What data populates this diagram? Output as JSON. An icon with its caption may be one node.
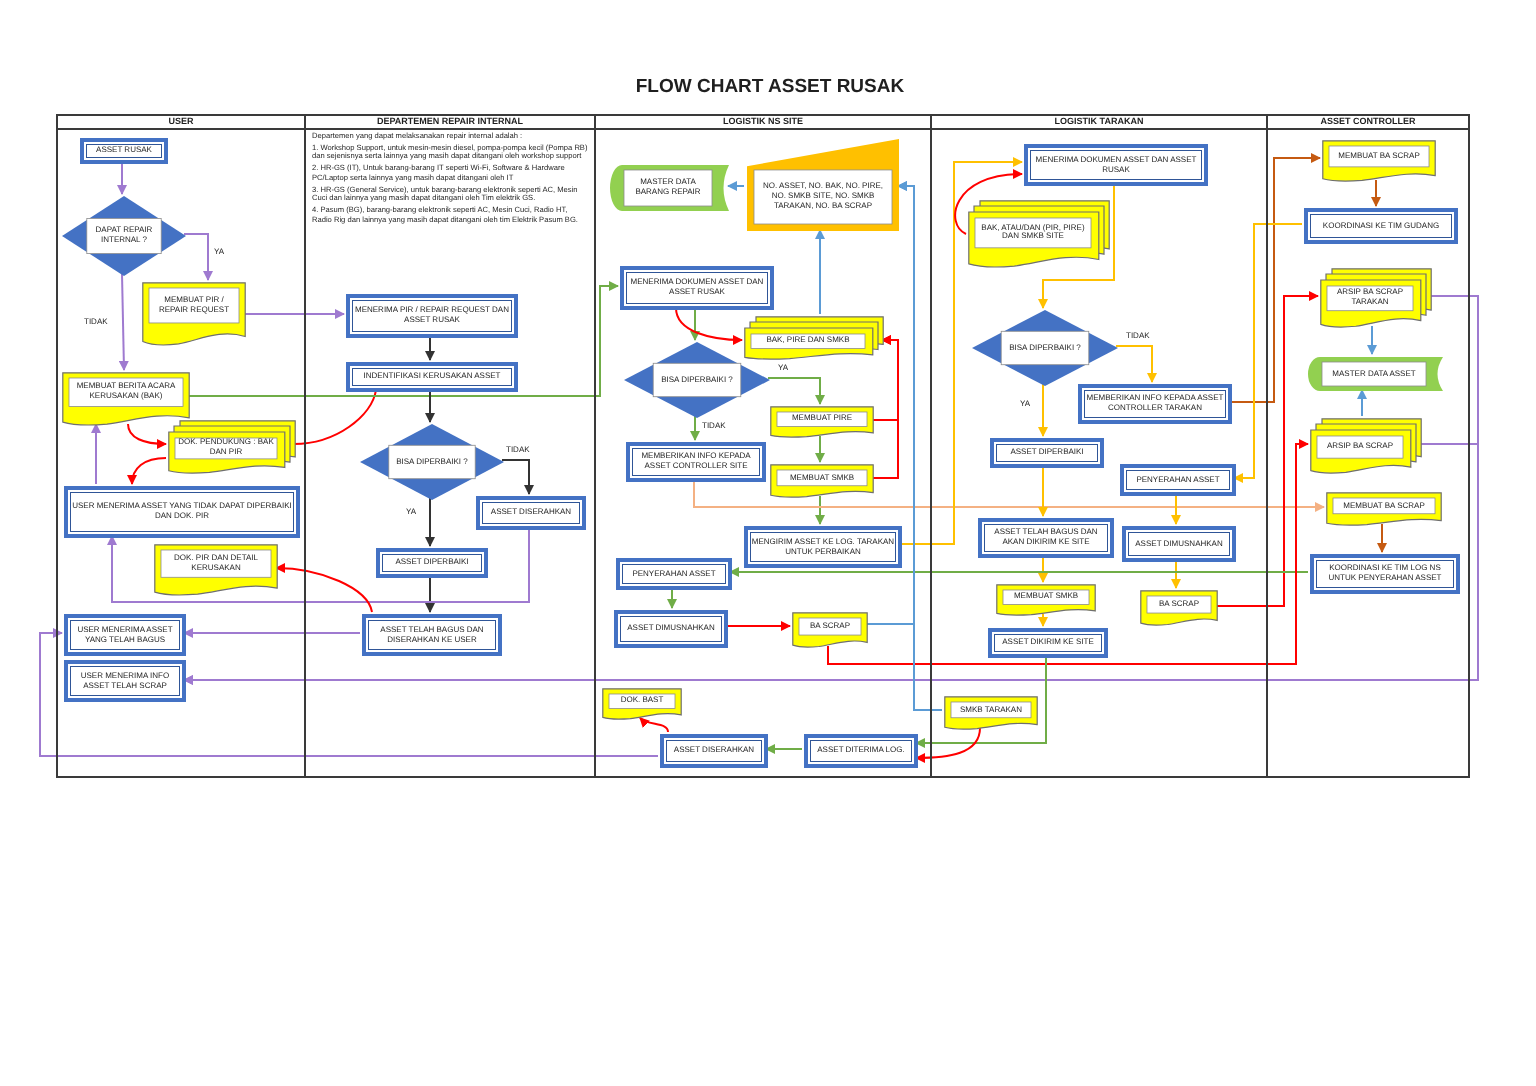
{
  "diagram": {
    "title": "FLOW CHART ASSET RUSAK",
    "nodes": [
      {
        "text": [
          "USER"
        ]
      },
      {
        "text": [
          "ASSET RUSAK"
        ],
        "in": 0
      },
      {
        "text": [
          "DAPAT REPAIR INTERNAL ?"
        ],
        "in": 0
      },
      {
        "text": [
          "MEMBUAT PIR / REPAIR REQUEST"
        ],
        "in": 0
      },
      {
        "text": [
          "MEMBUAT BERITA ACARA KERUSAKAN (BAK)"
        ],
        "in": 0
      },
      {
        "text": [
          "DOK. PENDUKUNG : BAK DAN PIR"
        ],
        "in": 0
      },
      {
        "text": [
          "USER MENERIMA ASSET YANG TIDAK DAPAT DIPERBAIKI DAN DOK. PIR"
        ],
        "in": 0
      },
      {
        "text": [
          "DOK. PIR DAN DETAIL KERUSAKAN"
        ],
        "in": 0
      },
      {
        "text": [
          "USER MENERIMA ASSET YANG TELAH BAGUS"
        ],
        "in": 0
      },
      {
        "text": [
          "USER MENERIMA INFO ASSET TELAH SCRAP"
        ],
        "in": 0
      },
      {
        "text": [
          "DEPARTEMEN REPAIR INTERNAL",
          "Departemen yang dapat melaksanakan repair internal adalah :",
          "1. Workshop Support, untuk mesin-mesin diesel, pompa-pompa kecil (Pompa RB) dan sejenisnya serta lainnya yang masih dapat ditangani oleh workshop support",
          "2. HR-GS (IT), Untuk barang-barang IT seperti Wi-Fi, Software & Hardware PC/Laptop serta lainnya yang masih dapat ditangani oleh IT",
          "3. HR-GS (General Service), untuk barang-barang elektronik seperti AC, Mesin Cuci dan lainnya yang masih dapat ditangani oleh Tim elektrik GS.",
          "4. Pasum (BG), barang-barang elektronik seperti AC, Mesin Cuci, Radio HT, Radio Rig dan lainnya yang masih dapat ditangani oleh tim Elektrik Pasum BG."
        ]
      },
      {
        "text": [
          "MENERIMA PIR / REPAIR REQUEST DAN ASSET RUSAK"
        ],
        "in": 10
      },
      {
        "text": [
          "INDENTIFIKASI KERUSAKAN ASSET"
        ],
        "in": 10
      },
      {
        "text": [
          "BISA DIPERBAIKI ?"
        ],
        "in": 10
      },
      {
        "text": [
          "ASSET DISERAHKAN"
        ],
        "in": 10
      },
      {
        "text": [
          "ASSET DIPERBAIKI"
        ],
        "in": 10
      },
      {
        "text": [
          "ASSET TELAH BAGUS DAN DISERAHKAN KE USER"
        ],
        "in": 10
      },
      {
        "text": [
          "LOGISTIK NS SITE"
        ]
      },
      {
        "text": [
          "MASTER DATA BARANG REPAIR"
        ],
        "in": 17
      },
      {
        "text": [
          "NO. ASSET, NO. BAK, NO. PIRE, NO. SMKB SITE, NO. SMKB TARAKAN, NO. BA SCRAP"
        ],
        "in": 17
      },
      {
        "text": [
          "MENERIMA DOKUMEN ASSET DAN ASSET RUSAK"
        ],
        "in": 17
      },
      {
        "text": [
          "BAK, PIRE DAN SMKB"
        ],
        "in": 17
      },
      {
        "text": [
          "BISA DIPERBAIKI ?"
        ],
        "in": 17
      },
      {
        "text": [
          "MEMBUAT PIRE"
        ],
        "in": 17
      },
      {
        "text": [
          "MEMBERIKAN INFO KEPADA ASSET CONTROLLER SITE"
        ],
        "in": 17
      },
      {
        "text": [
          "MEMBUAT SMKB"
        ],
        "in": 17
      },
      {
        "text": [
          "MENGIRIM ASSET KE LOG. TARAKAN UNTUK PERBAIKAN"
        ],
        "in": 17
      },
      {
        "text": [
          "PENYERAHAN ASSET"
        ],
        "in": 17
      },
      {
        "text": [
          "ASSET DIMUSNAHKAN"
        ],
        "in": 17
      },
      {
        "text": [
          "BA SCRAP"
        ],
        "in": 17
      },
      {
        "text": [
          "DOK. BAST"
        ],
        "in": 17
      },
      {
        "text": [
          "ASSET DISERAHKAN"
        ],
        "in": 17
      },
      {
        "text": [
          "ASSET DITERIMA LOG."
        ],
        "in": 17
      },
      {
        "text": [
          "LOGISTIK TARAKAN"
        ]
      },
      {
        "text": [
          "MENERIMA DOKUMEN ASSET DAN ASSET RUSAK"
        ],
        "in": 33
      },
      {
        "text": [
          "BAK, ATAU/DAN (PIR, PIRE) DAN SMKB SITE"
        ],
        "in": 33
      },
      {
        "text": [
          "BISA DIPERBAIKI ?"
        ],
        "in": 33
      },
      {
        "text": [
          "MEMBERIKAN INFO KEPADA ASSET CONTROLLER TARAKAN"
        ],
        "in": 33
      },
      {
        "text": [
          "ASSET DIPERBAIKI"
        ],
        "in": 33
      },
      {
        "text": [
          "PENYERAHAN ASSET"
        ],
        "in": 33
      },
      {
        "text": [
          "ASSET TELAH BAGUS DAN AKAN DIKIRIM KE SITE"
        ],
        "in": 33
      },
      {
        "text": [
          "ASSET DIMUSNAHKAN"
        ],
        "in": 33
      },
      {
        "text": [
          "MEMBUAT SMKB"
        ],
        "in": 33
      },
      {
        "text": [
          "BA SCRAP"
        ],
        "in": 33
      },
      {
        "text": [
          "ASSET DIKIRIM KE SITE"
        ],
        "in": 33
      },
      {
        "text": [
          "SMKB TARAKAN"
        ],
        "in": 33
      },
      {
        "text": [
          "ASSET CONTROLLER"
        ]
      },
      {
        "text": [
          "MEMBUAT BA SCRAP"
        ],
        "in": 46
      },
      {
        "text": [
          "KOORDINASI KE TIM GUDANG"
        ],
        "in": 46
      },
      {
        "text": [
          "ARSIP BA SCRAP TARAKAN"
        ],
        "in": 46
      },
      {
        "text": [
          "MASTER DATA ASSET"
        ],
        "in": 46
      },
      {
        "text": [
          "ARSIP BA SCRAP"
        ],
        "in": 46
      },
      {
        "text": [
          "MEMBUAT BA SCRAP"
        ],
        "in": 46
      },
      {
        "text": [
          "KOORDINASI KE TIM LOG NS UNTUK PENYERAHAN ASSET"
        ],
        "in": 46
      }
    ],
    "edges": [
      {
        "from": 1,
        "to": 2,
        "arrow": "to",
        "color": "#9f7ad0"
      },
      {
        "from": 2,
        "to": 3,
        "arrow": "to",
        "label": "YA",
        "color": "#9f7ad0"
      },
      {
        "from": 2,
        "to": 4,
        "arrow": "to",
        "label": "TIDAK",
        "color": "#9f7ad0"
      },
      {
        "from": 3,
        "to": 11,
        "arrow": "to",
        "color": "#9f7ad0"
      },
      {
        "from": 6,
        "to": 4,
        "arrow": "to",
        "color": "#9f7ad0"
      },
      {
        "from": 4,
        "to": 5,
        "arrow": "to",
        "color": "#ff0000"
      },
      {
        "from": 5,
        "to": 6,
        "arrow": "to",
        "color": "#ff0000"
      },
      {
        "from": 5,
        "to": 12,
        "arrow": "none",
        "color": "#ff0000"
      },
      {
        "from": 4,
        "to": 20,
        "arrow": "to",
        "color": "#70ad47"
      },
      {
        "from": 11,
        "to": 12,
        "arrow": "to",
        "color": "#333333"
      },
      {
        "from": 12,
        "to": 13,
        "arrow": "to",
        "color": "#333333"
      },
      {
        "from": 13,
        "to": 14,
        "arrow": "to",
        "label": "TIDAK",
        "color": "#333333"
      },
      {
        "from": 13,
        "to": 15,
        "arrow": "to",
        "label": "YA",
        "color": "#333333"
      },
      {
        "from": 15,
        "to": 16,
        "arrow": "to",
        "color": "#333333"
      },
      {
        "from": 16,
        "to": 8,
        "arrow": "to",
        "color": "#9f7ad0"
      },
      {
        "from": 14,
        "to": 6,
        "arrow": "to",
        "color": "#9f7ad0"
      },
      {
        "from": 16,
        "to": 7,
        "arrow": "to",
        "color": "#ff0000"
      },
      {
        "from": 20,
        "to": 22,
        "arrow": "to",
        "color": "#70ad47"
      },
      {
        "from": 20,
        "to": 21,
        "arrow": "to",
        "color": "#ff0000"
      },
      {
        "from": 22,
        "to": 23,
        "arrow": "to",
        "label": "YA",
        "color": "#70ad47"
      },
      {
        "from": 22,
        "to": 24,
        "arrow": "to",
        "label": "TIDAK",
        "color": "#70ad47"
      },
      {
        "from": 23,
        "to": 25,
        "arrow": "to",
        "color": "#70ad47"
      },
      {
        "from": 25,
        "to": 26,
        "arrow": "to",
        "color": "#70ad47"
      },
      {
        "from": 23,
        "to": 21,
        "arrow": "to",
        "color": "#ff0000"
      },
      {
        "from": 25,
        "to": 21,
        "arrow": "to",
        "color": "#ff0000"
      },
      {
        "from": 21,
        "to": 19,
        "arrow": "to",
        "color": "#5b9bd5"
      },
      {
        "from": 19,
        "to": 18,
        "arrow": "to",
        "color": "#5b9bd5"
      },
      {
        "from": 24,
        "to": 52,
        "arrow": "to",
        "color": "#f4b183"
      },
      {
        "from": 26,
        "to": 34,
        "arrow": "to",
        "color": "#ffc000"
      },
      {
        "from": 35,
        "to": 34,
        "arrow": "to",
        "color": "#ff0000"
      },
      {
        "from": 34,
        "to": 36,
        "arrow": "to",
        "color": "#ffc000"
      },
      {
        "from": 36,
        "to": 37,
        "arrow": "to",
        "label": "TIDAK",
        "color": "#ffc000"
      },
      {
        "from": 36,
        "to": 38,
        "arrow": "to",
        "label": "YA",
        "color": "#ffc000"
      },
      {
        "from": 38,
        "to": 40,
        "arrow": "to",
        "color": "#ffc000"
      },
      {
        "from": 40,
        "to": 42,
        "arrow": "to",
        "color": "#ffc000"
      },
      {
        "from": 42,
        "to": 44,
        "arrow": "to",
        "color": "#ffc000"
      },
      {
        "from": 37,
        "to": 47,
        "arrow": "to",
        "color": "#c55a11"
      },
      {
        "from": 47,
        "to": 48,
        "arrow": "to",
        "color": "#c55a11"
      },
      {
        "from": 48,
        "to": 39,
        "arrow": "to",
        "color": "#ffc000"
      },
      {
        "from": 39,
        "to": 41,
        "arrow": "to",
        "color": "#ffc000"
      },
      {
        "from": 41,
        "to": 43,
        "arrow": "to",
        "color": "#ffc000"
      },
      {
        "from": 43,
        "to": 49,
        "arrow": "to",
        "color": "#ff0000"
      },
      {
        "from": 49,
        "to": 50,
        "arrow": "to",
        "color": "#5b9bd5"
      },
      {
        "from": 51,
        "to": 50,
        "arrow": "to",
        "color": "#5b9bd5"
      },
      {
        "from": 49,
        "to": 9,
        "arrow": "to",
        "color": "#9f7ad0"
      },
      {
        "from": 51,
        "to": 9,
        "arrow": "to",
        "color": "#9f7ad0"
      },
      {
        "from": 52,
        "to": 53,
        "arrow": "to",
        "color": "#c55a11"
      },
      {
        "from": 53,
        "to": 27,
        "arrow": "to",
        "color": "#70ad47"
      },
      {
        "from": 27,
        "to": 28,
        "arrow": "to",
        "color": "#70ad47"
      },
      {
        "from": 28,
        "to": 29,
        "arrow": "to",
        "color": "#ff0000"
      },
      {
        "from": 29,
        "to": 51,
        "arrow": "to",
        "color": "#ff0000"
      },
      {
        "from": 29,
        "to": 19,
        "arrow": "to",
        "color": "#5b9bd5"
      },
      {
        "from": 44,
        "to": 32,
        "arrow": "to",
        "color": "#70ad47"
      },
      {
        "from": 32,
        "to": 31,
        "arrow": "to",
        "color": "#70ad47"
      },
      {
        "from": 31,
        "to": 30,
        "arrow": "to",
        "color": "#ff0000"
      },
      {
        "from": 31,
        "to": 8,
        "arrow": "to",
        "color": "#9f7ad0"
      },
      {
        "from": 45,
        "to": 19,
        "arrow": "to",
        "color": "#5b9bd5"
      },
      {
        "from": 45,
        "to": 32,
        "arrow": "to",
        "color": "#ff0000"
      }
    ]
  }
}
